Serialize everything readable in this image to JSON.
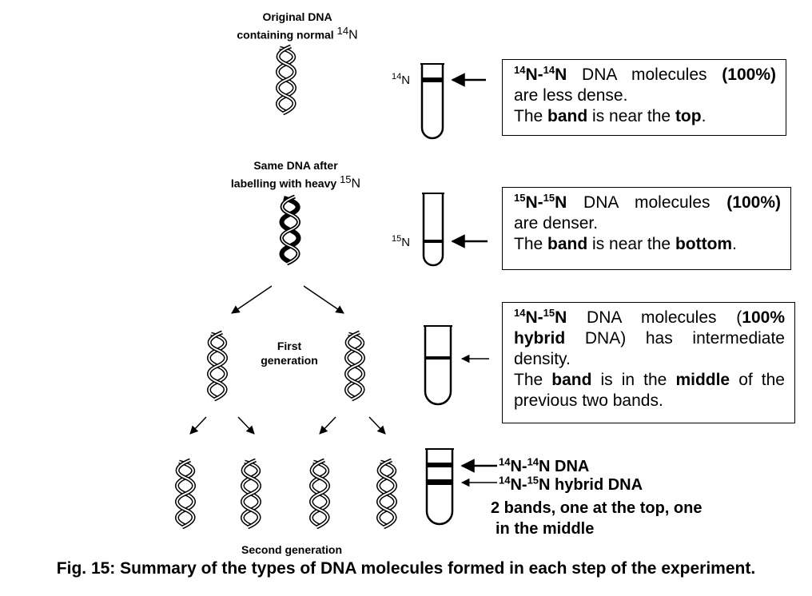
{
  "labels": {
    "original_line1": "Original DNA",
    "original_line2": "containing normal",
    "original_iso_mass": "14",
    "original_iso_el": "N",
    "labelled_line1": "Same DNA after",
    "labelled_line2": "labelling with heavy",
    "labelled_iso_mass": "15",
    "labelled_iso_el": "N",
    "first_gen_line1": "First",
    "first_gen_line2": "generation",
    "second_gen": "Second generation"
  },
  "tube_labels": {
    "tube1_mass": "14",
    "tube1_el": "N",
    "tube2_mass": "15",
    "tube2_el": "N"
  },
  "box1": {
    "m1": "14",
    "e1": "N-",
    "m2": "14",
    "e2": "N",
    "mid": " DNA molecules ",
    "pct": "(100%)",
    "line2": "are less dense.",
    "l3a": "The ",
    "l3b": "band",
    "l3c": " is near the ",
    "l3d": "top",
    "l3e": "."
  },
  "box2": {
    "m1": "15",
    "e1": "N-",
    "m2": "15",
    "e2": "N",
    "mid": " DNA molecules ",
    "pct": "(100%)",
    "line2": "are denser.",
    "l3a": "The ",
    "l3b": "band",
    "l3c": " is near the ",
    "l3d": "bottom",
    "l3e": "."
  },
  "box3": {
    "m1": "14",
    "e1": "N-",
    "m2": "15",
    "e2": "N",
    "mid": " DNA molecules (",
    "pct": "100%",
    "l2a": "hybrid",
    "l2b": " DNA) has intermediate",
    "line3": "density.",
    "l4a": "The ",
    "l4b": "band",
    "l4c": " is in the ",
    "l4d": "middle",
    "l4e": " of the",
    "line5": "previous two bands."
  },
  "gen2": {
    "a_m1": "14",
    "a_e1": "N-",
    "a_m2": "14",
    "a_e2": "N DNA",
    "b_m1": "14",
    "b_e1": "N-",
    "b_m2": "15",
    "b_e2": "N hybrid DNA",
    "line3": "2 bands, one at the top, one",
    "line4": "in the middle"
  },
  "caption": "Fig. 15: Summary of the types of DNA molecules formed in each step of the experiment.",
  "colors": {
    "ink": "#000000",
    "background": "#ffffff"
  }
}
